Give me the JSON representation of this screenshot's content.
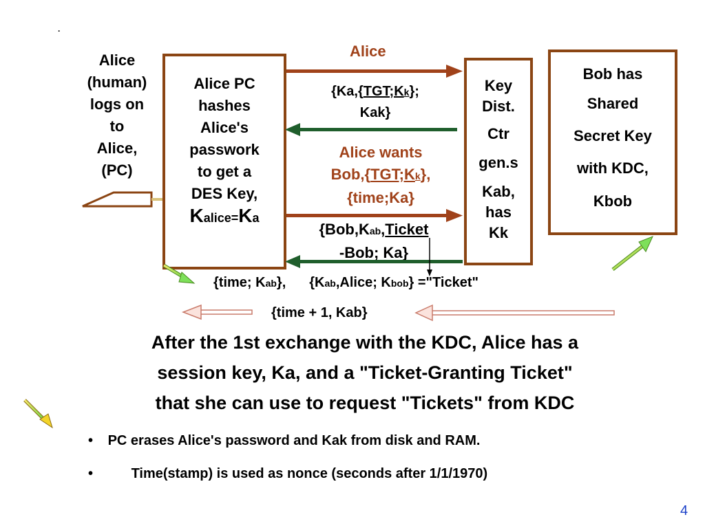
{
  "top_dot": "·",
  "alice_label": "Alice",
  "left_text": {
    "l1": "Alice",
    "l2": "(human)",
    "l3": "logs on",
    "l4": "to",
    "l5": "Alice,",
    "l6": "(PC)"
  },
  "pc_box": {
    "l1": "Alice PC",
    "l2": "hashes",
    "l3": "Alice's",
    "l4": "passwork",
    "l5": "to get a",
    "l6": "DES Key,",
    "k_big": "K",
    "k_sub": "alice=",
    "k_big2": "K",
    "k_sub2": "a"
  },
  "msg1": {
    "p1": "{Ka,{",
    "u1": "TGT;K",
    "s1": "k",
    "p2": "};",
    "l2": "Kak}"
  },
  "wants": {
    "l1": "Alice wants",
    "p1": "Bob,{",
    "u1": "TGT;K",
    "s1": "k",
    "p2": "},",
    "l3": "{time;Ka}"
  },
  "msg3": {
    "p1": "{Bob,K",
    "s1": "ab",
    "p2": ",",
    "u1": "Ticket",
    "l2": "-Bob; Ka}"
  },
  "kdc_box": {
    "l1": "Key",
    "l2": "Dist.",
    "l3": "Ctr",
    "l4": "gen.s",
    "l5": "Kab,",
    "l6": "has",
    "l7": "Kk"
  },
  "bob_box": {
    "l1": "Bob has",
    "l2": "Shared",
    "l3": "Secret Key",
    "l4": "with KDC,",
    "l5": "Kbob"
  },
  "line_time": {
    "p1": "{time; K",
    "s1": "ab",
    "p2": "},",
    "p3": "{K",
    "s2": "ab",
    "p4": ",Alice; K",
    "s3": "bob",
    "p5": "} =\"Ticket\""
  },
  "line_time_plus": "{time + 1, Kab}",
  "paragraph": {
    "l1": "After the 1st exchange with the KDC, Alice has a",
    "l2": "session key, Ka, and a \"Ticket-Granting Ticket\"",
    "l3": "that she can use to request \"Tickets\" from KDC"
  },
  "bullets": [
    "PC erases Alice's password and Kak from disk and RAM.",
    "Time(stamp) is used as nonce (seconds after 1/1/1970)"
  ],
  "bullet_char": "•",
  "page_number": "4",
  "colors": {
    "box_border": "#8b4513",
    "arrow_brown": "#a0421a",
    "arrow_green": "#1f5e2c",
    "accent_text": "#a0421a",
    "page_number": "#1a3fc8"
  }
}
